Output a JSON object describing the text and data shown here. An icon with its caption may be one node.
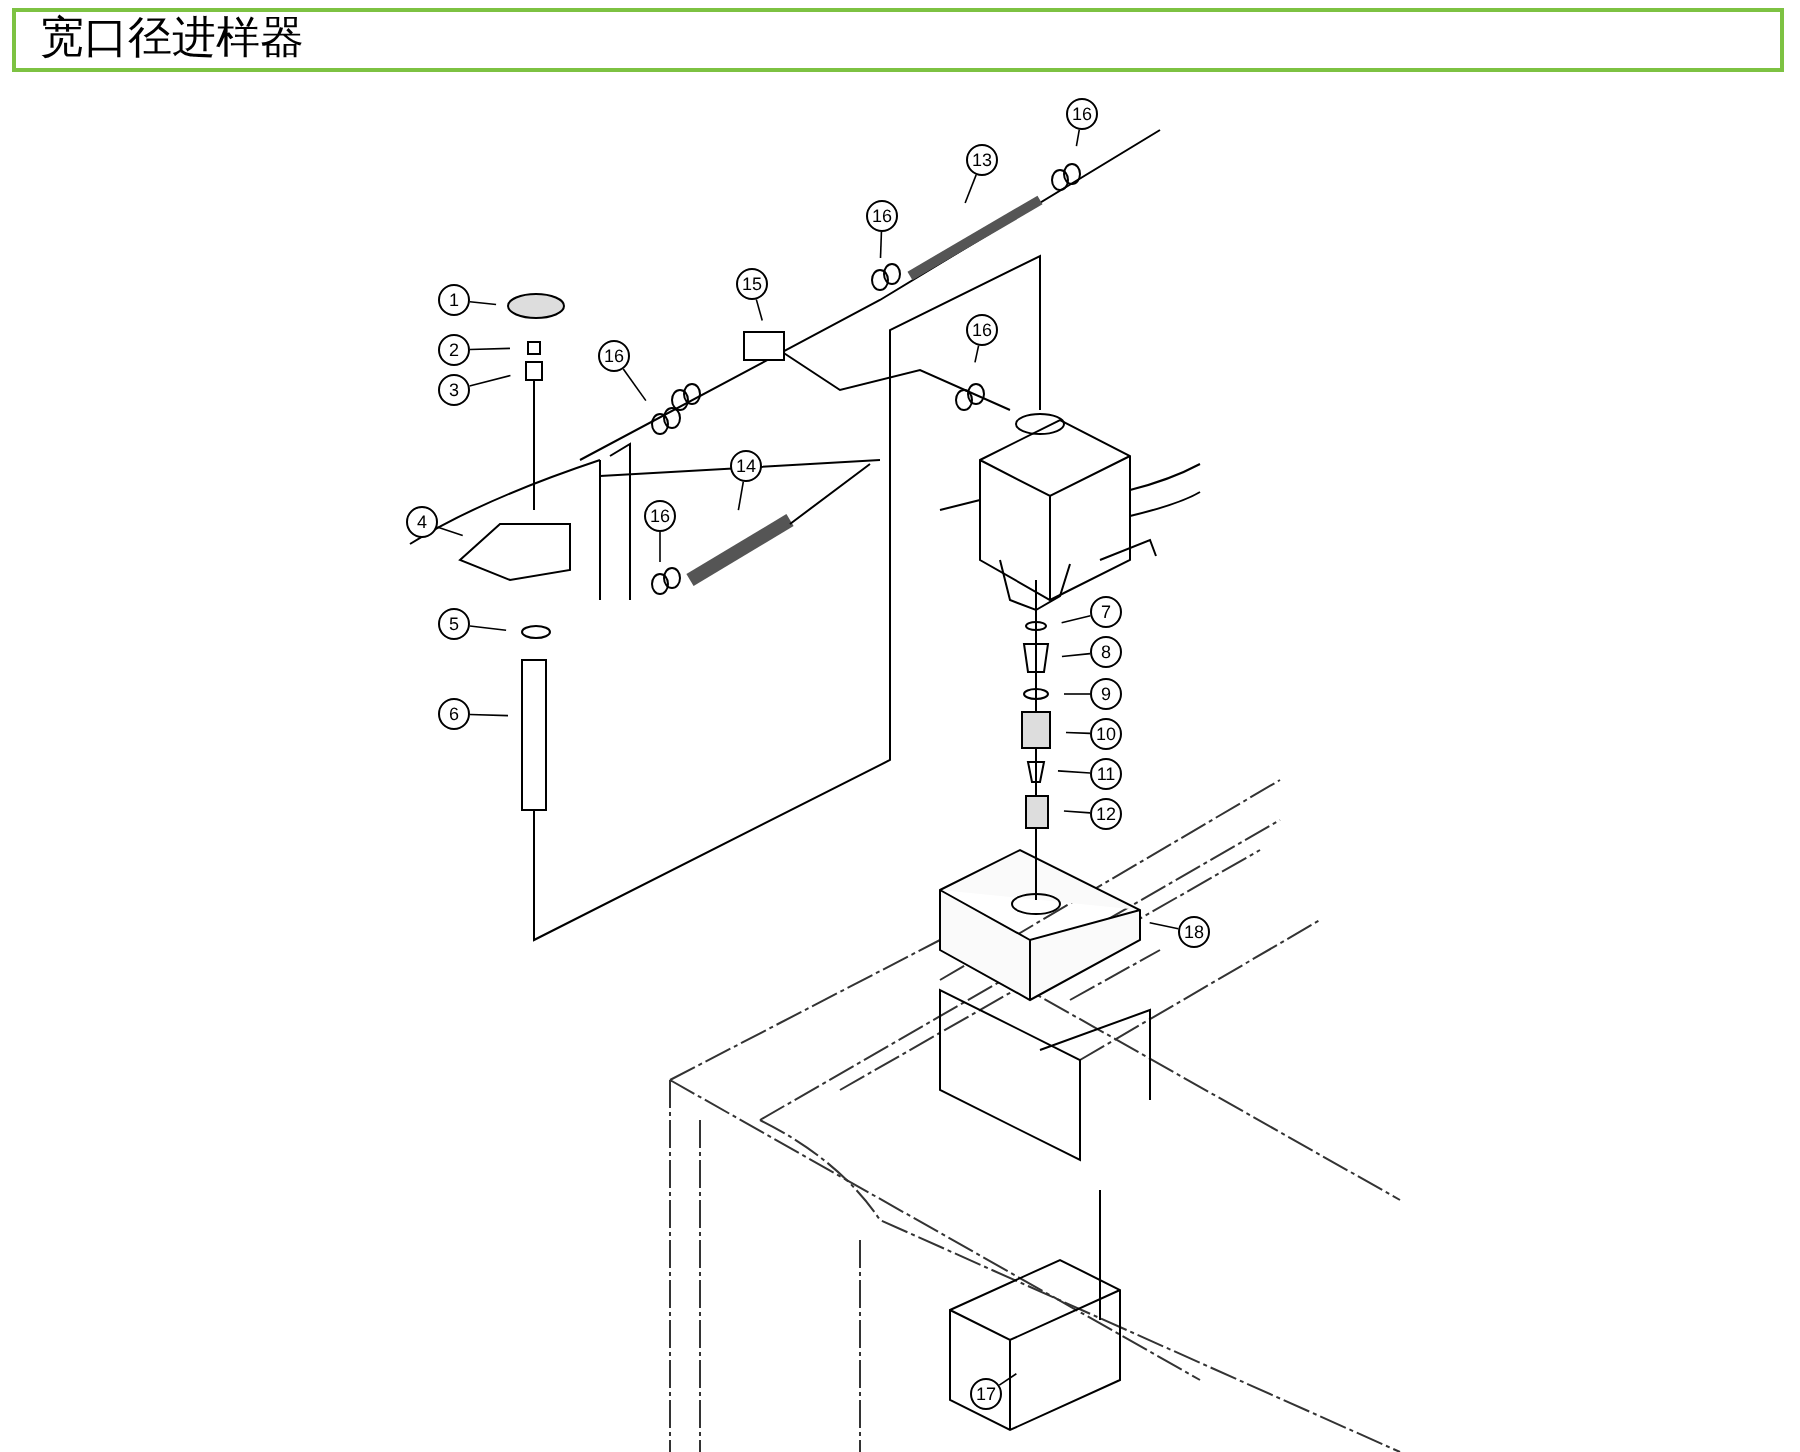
{
  "diagram": {
    "title": "宽口径进样器",
    "nodes": [
      {
        "text": [
          "16"
        ]
      },
      {
        "text": [
          "13"
        ]
      },
      {
        "text": [
          "16"
        ]
      },
      {
        "text": [
          "15"
        ]
      },
      {
        "text": [
          "1"
        ]
      },
      {
        "text": [
          "16"
        ]
      },
      {
        "text": [
          "16"
        ]
      },
      {
        "text": [
          "2"
        ]
      },
      {
        "text": [
          "3"
        ]
      },
      {
        "text": [
          "14"
        ]
      },
      {
        "text": [
          "4"
        ]
      },
      {
        "text": [
          "16"
        ]
      },
      {
        "text": [
          "7"
        ]
      },
      {
        "text": [
          "5"
        ]
      },
      {
        "text": [
          "8"
        ]
      },
      {
        "text": [
          "9"
        ]
      },
      {
        "text": [
          "6"
        ]
      },
      {
        "text": [
          "10"
        ]
      },
      {
        "text": [
          "11"
        ]
      },
      {
        "text": [
          "12"
        ]
      },
      {
        "text": [
          "18"
        ]
      },
      {
        "text": [
          "17"
        ]
      }
    ],
    "edges": [
      {
        "from": 0,
        "to": null,
        "arrow": "none"
      },
      {
        "from": 1,
        "to": null,
        "arrow": "none"
      },
      {
        "from": 2,
        "to": null,
        "arrow": "none"
      },
      {
        "from": 3,
        "to": null,
        "arrow": "none"
      },
      {
        "from": 4,
        "to": null,
        "arrow": "none"
      },
      {
        "from": 5,
        "to": null,
        "arrow": "none"
      },
      {
        "from": 6,
        "to": null,
        "arrow": "none"
      },
      {
        "from": 7,
        "to": null,
        "arrow": "none"
      },
      {
        "from": 8,
        "to": null,
        "arrow": "none"
      },
      {
        "from": 9,
        "to": null,
        "arrow": "none"
      },
      {
        "from": 10,
        "to": null,
        "arrow": "none"
      },
      {
        "from": 11,
        "to": null,
        "arrow": "none"
      },
      {
        "from": 12,
        "to": null,
        "arrow": "none"
      },
      {
        "from": 13,
        "to": null,
        "arrow": "none"
      },
      {
        "from": 14,
        "to": null,
        "arrow": "none"
      },
      {
        "from": 15,
        "to": null,
        "arrow": "none"
      },
      {
        "from": 16,
        "to": null,
        "arrow": "none"
      },
      {
        "from": 17,
        "to": null,
        "arrow": "none"
      },
      {
        "from": 18,
        "to": null,
        "arrow": "none"
      },
      {
        "from": 19,
        "to": null,
        "arrow": "none"
      },
      {
        "from": 20,
        "to": null,
        "arrow": "none"
      },
      {
        "from": 21,
        "to": null,
        "arrow": "none"
      }
    ]
  }
}
